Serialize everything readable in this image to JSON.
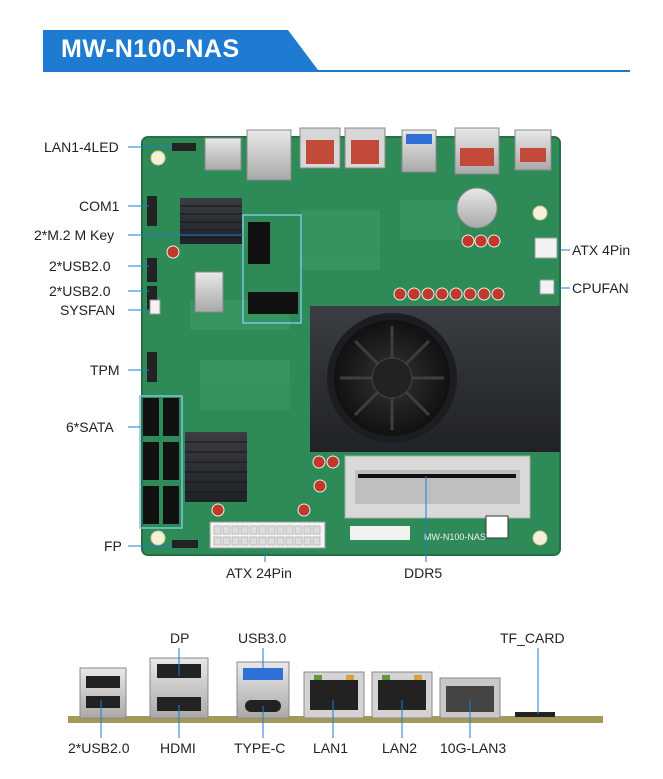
{
  "title": "MW-N100-NAS",
  "board_silkscreen": "MW-N100-NAS",
  "left_labels": {
    "lan_led": "LAN1-4LED",
    "com1": "COM1",
    "m2": "2*M.2 M Key",
    "usb2_a": "2*USB2.0",
    "usb2_b": "2*USB2.0",
    "sysfan": "SYSFAN",
    "tpm": "TPM",
    "sata": "6*SATA",
    "fp": "FP"
  },
  "right_labels": {
    "atx4": "ATX 4Pin",
    "cpufan": "CPUFAN"
  },
  "bottom_labels": {
    "atx24": "ATX 24Pin",
    "ddr5": "DDR5"
  },
  "io_top_labels": {
    "dp": "DP",
    "usb3": "USB3.0",
    "tfcard": "TF_CARD"
  },
  "io_bottom_labels": {
    "usb2": "2*USB2.0",
    "hdmi": "HDMI",
    "typec": "TYPE-C",
    "lan1": "LAN1",
    "lan2": "LAN2",
    "lan3": "10G-LAN3"
  },
  "colors": {
    "accent": "#1e7bd1",
    "pcb": "#2e8b57",
    "heatsink": "#2b2e33"
  }
}
